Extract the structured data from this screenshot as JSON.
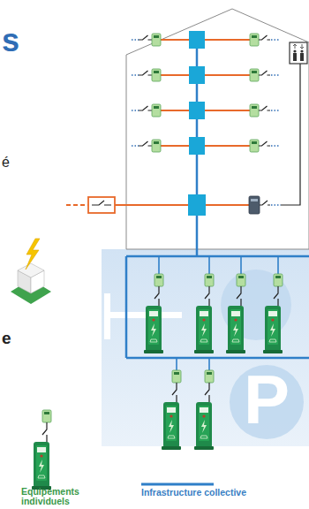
{
  "diagram": {
    "labels": [
      "s",
      "é",
      "e",
      "P"
    ],
    "legend": [
      {
        "text": "Equipements individuels"
      },
      {
        "text": "Infrastructure collective"
      }
    ]
  }
}
